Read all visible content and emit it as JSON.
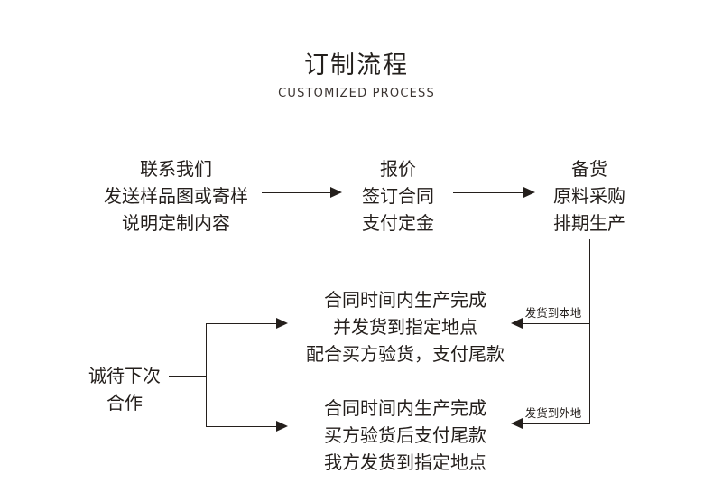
{
  "header": {
    "title": "订制流程",
    "subtitle": "CUSTOMIZED PROCESS"
  },
  "colors": {
    "ink": "#241f1c",
    "background": "#ffffff"
  },
  "flow": {
    "step1": {
      "line1": "联系我们",
      "line2": "发送样品图或寄样",
      "line3": "说明定制内容"
    },
    "step2": {
      "line1": "报价",
      "line2": "签订合同",
      "line3": "支付定金"
    },
    "step3": {
      "line1": "备货",
      "line2": "原料采购",
      "line3": "排期生产"
    },
    "step4_local": {
      "line1": "合同时间内生产完成",
      "line2": "并发货到指定地点",
      "line3": "配合买方验货，支付尾款"
    },
    "step5_remote": {
      "line1": "合同时间内生产完成",
      "line2": "买方验货后支付尾款",
      "line3": "我方发货到指定地点"
    },
    "closing": {
      "line1": "诚待下次",
      "line2": "合作"
    }
  },
  "labels": {
    "local_shipping": "发货到本地",
    "remote_shipping": "发货到外地"
  }
}
